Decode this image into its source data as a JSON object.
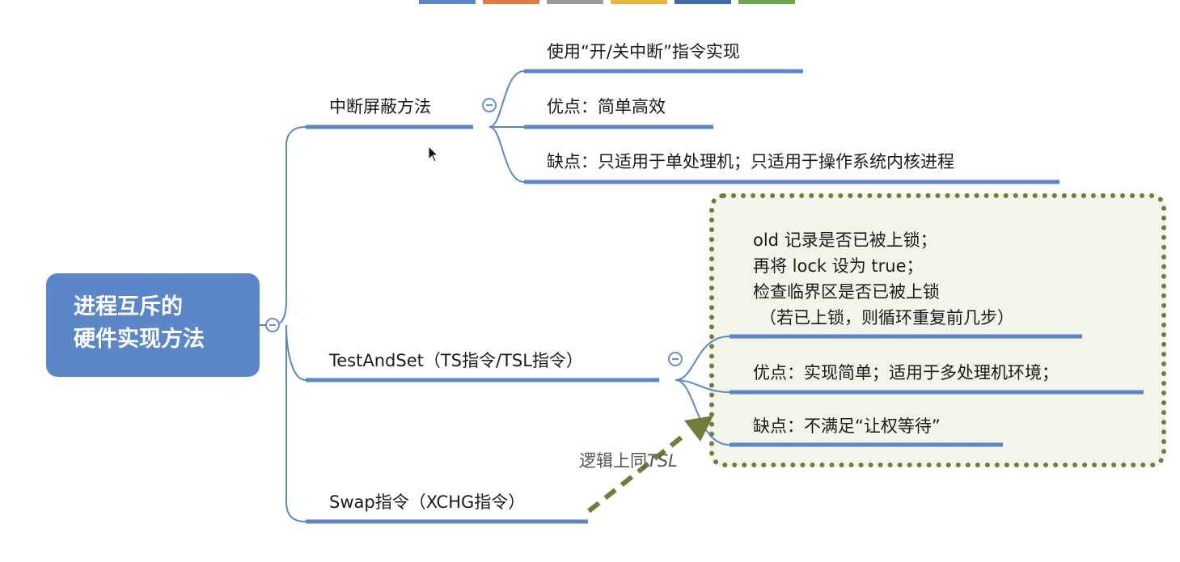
{
  "top_tabs_colors": [
    "#5b87c8",
    "#e07a45",
    "#9a9a9a",
    "#e8b53c",
    "#3f6aa8",
    "#6aa84f"
  ],
  "root": {
    "line1": "进程互斥的",
    "line2": "硬件实现方法"
  },
  "branches": {
    "interrupt": {
      "label": "中断屏蔽方法",
      "children": [
        "使用“开/关中断”指令实现",
        "优点：简单高效",
        "缺点：只适用于单处理机；只适用于操作系统内核进程"
      ]
    },
    "tsl": {
      "label": "TestAndSet（TS指令/TSL指令）",
      "steps": [
        "old 记录是否已被上锁；",
        "再将 lock 设为 true；",
        "检查临界区是否已被上锁",
        "（若已上锁，则循环重复前几步）"
      ],
      "pros": "优点：实现简单；适用于多处理机环境；",
      "cons": "缺点：不满足“让权等待”"
    },
    "swap": {
      "label": "Swap指令（XCHG指令）",
      "note_prefix": "逻辑上同",
      "note_suffix": "TSL"
    }
  }
}
